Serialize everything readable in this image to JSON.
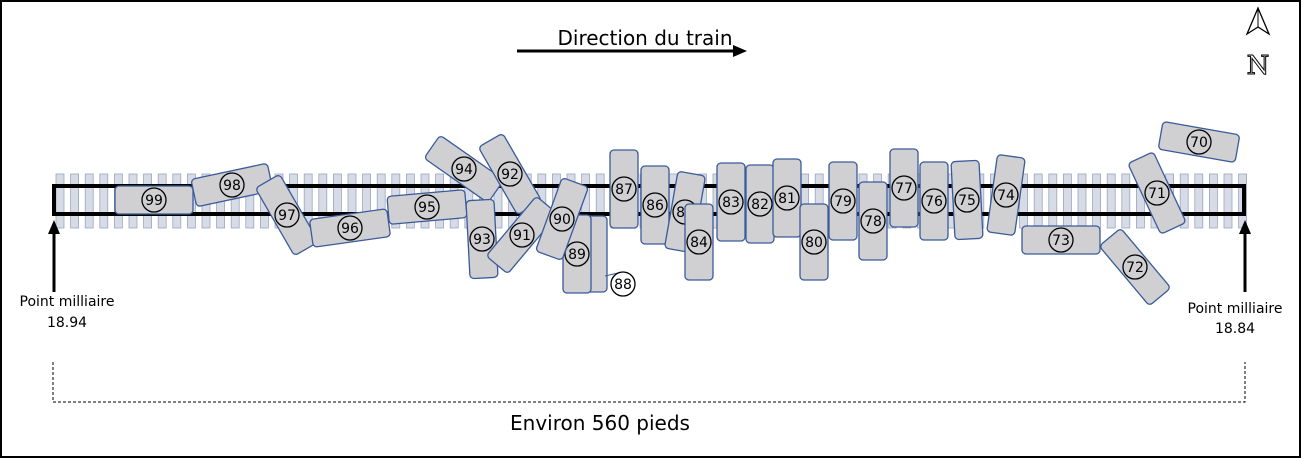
{
  "title": "Direction du train",
  "north_label": "N",
  "milepost_left": {
    "label": "Point milliaire",
    "value": "18.94"
  },
  "milepost_right": {
    "label": "Point milliaire",
    "value": "18.84"
  },
  "distance_label": "Environ 560 pieds",
  "cars": [
    "99",
    "98",
    "97",
    "96",
    "95",
    "94",
    "92",
    "93",
    "91",
    "90",
    "89",
    "88",
    "87",
    "86",
    "85",
    "84",
    "83",
    "82",
    "81",
    "80",
    "79",
    "78",
    "77",
    "76",
    "75",
    "74",
    "73",
    "72",
    "71",
    "70"
  ],
  "colors": {
    "car_fill": "#d0d0d3",
    "car_stroke": "#3a5a9a",
    "tie": "#d7dbe6"
  }
}
